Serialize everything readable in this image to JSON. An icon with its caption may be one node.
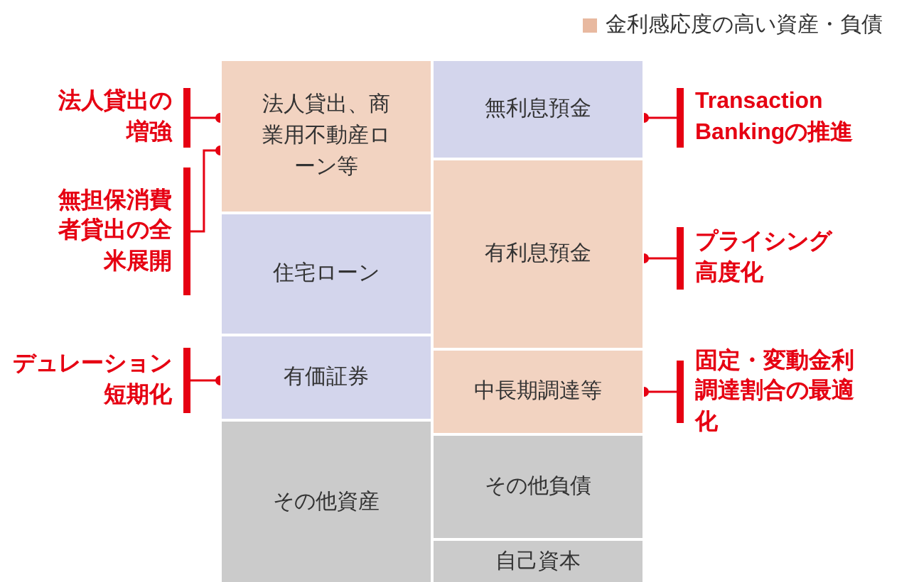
{
  "diagram": {
    "nodes": [
      {
        "text": [
          "法人貸出、商業用不動産ローン等"
        ]
      },
      {
        "text": [
          "住宅ローン"
        ]
      },
      {
        "text": [
          "有価証券"
        ]
      },
      {
        "text": [
          "その他資産"
        ]
      },
      {
        "text": [
          "無利息預金"
        ]
      },
      {
        "text": [
          "有利息預金"
        ]
      },
      {
        "text": [
          "中長期調達等"
        ]
      },
      {
        "text": [
          "その他負債"
        ]
      },
      {
        "text": [
          "自己資本"
        ]
      },
      {
        "text": [
          "法人貸出の増強"
        ]
      },
      {
        "text": [
          "無担保消費者貸出の全米展開"
        ]
      },
      {
        "text": [
          "デュレーション短期化"
        ]
      },
      {
        "text": [
          "Transaction Bankingの推進"
        ]
      },
      {
        "text": [
          "プライシング高度化"
        ]
      },
      {
        "text": [
          "固定・変動金利調達割合の最適化"
        ]
      }
    ],
    "edges": [
      {
        "from": 9,
        "to": 0,
        "arrow": "other"
      },
      {
        "from": 10,
        "to": 0,
        "arrow": "other"
      },
      {
        "from": 11,
        "to": 2,
        "arrow": "other"
      },
      {
        "from": 12,
        "to": 4,
        "arrow": "other"
      },
      {
        "from": 13,
        "to": 5,
        "arrow": "other"
      },
      {
        "from": 14,
        "to": 6,
        "arrow": "other"
      }
    ],
    "legend": [
      {
        "text": "金利感応度の高い資産・負債",
        "color": "#e8b9a0"
      }
    ]
  }
}
